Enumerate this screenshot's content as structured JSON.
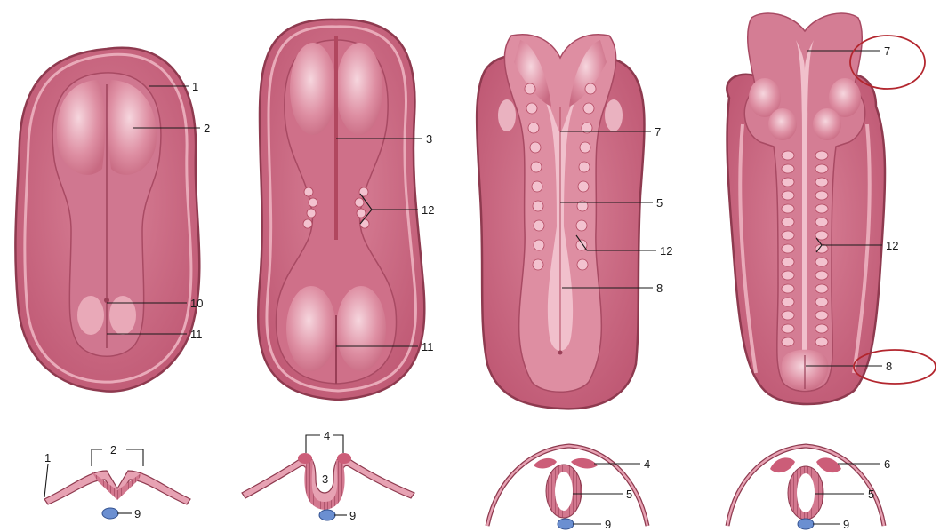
{
  "colors": {
    "tissue_outer": "#c9607b",
    "tissue_mid": "#d3788f",
    "tissue_light": "#e8a6b5",
    "tissue_highlight": "#f4cdd6",
    "neural_groove": "#b1475f",
    "edge": "#8e3a4f",
    "notochord": "#6b8fd1",
    "highlight_ring": "#b3262e"
  },
  "labels": {
    "a1": "1",
    "a2": "2",
    "a10": "10",
    "a11": "11",
    "b3": "3",
    "b12": "12",
    "b11": "11",
    "c7": "7",
    "c5": "5",
    "c12": "12",
    "c8": "8",
    "d7": "7",
    "d12": "12",
    "d8": "8",
    "sa1": "1",
    "sa2": "2",
    "sa9": "9",
    "sb4": "4",
    "sb3": "3",
    "sb9": "9",
    "sc4": "4",
    "sc5": "5",
    "sc9": "9",
    "sd6": "6",
    "sd5": "5",
    "sd9": "9"
  },
  "highlights": [
    "7",
    "8"
  ]
}
